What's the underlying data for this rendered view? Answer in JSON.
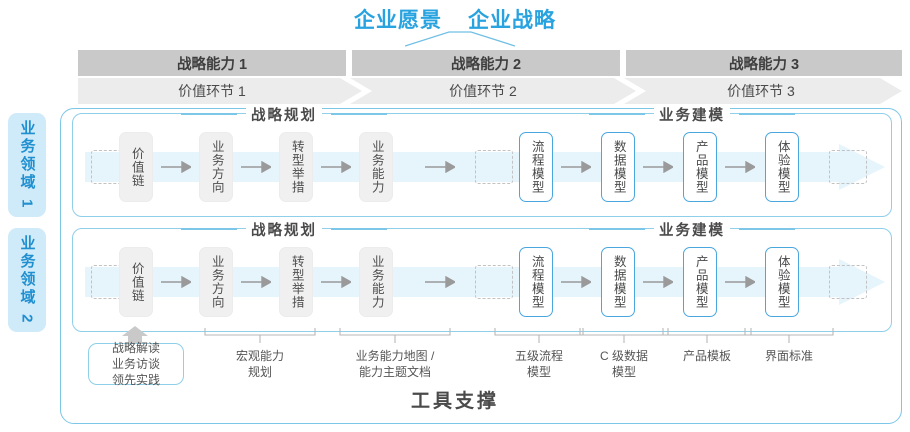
{
  "header": {
    "vision_title": "企业愿景",
    "strategy_title": "企业战略",
    "accent_color": "#29a3e0"
  },
  "capability_band": {
    "items": [
      {
        "label": "战略能力 1"
      },
      {
        "label": "战略能力 2"
      },
      {
        "label": "战略能力 3"
      }
    ]
  },
  "value_chain_band": {
    "items": [
      {
        "label": "价值环节 1"
      },
      {
        "label": "价值环节 2"
      },
      {
        "label": "价值环节 3"
      }
    ]
  },
  "domains": [
    {
      "label": "业务领域 1"
    },
    {
      "label": "业务领域 2"
    }
  ],
  "sections": {
    "planning_title": "战略规划",
    "modeling_title": "业务建模"
  },
  "lanes": [
    {
      "planning_nodes": [
        {
          "label": "价值链"
        },
        {
          "label": "业务方向"
        },
        {
          "label": "转型举措"
        },
        {
          "label": "业务能力"
        }
      ],
      "modeling_nodes": [
        {
          "label": "流程模型"
        },
        {
          "label": "数据模型"
        },
        {
          "label": "产品模型"
        },
        {
          "label": "体验模型"
        }
      ]
    },
    {
      "planning_nodes": [
        {
          "label": "价值链"
        },
        {
          "label": "业务方向"
        },
        {
          "label": "转型举措"
        },
        {
          "label": "业务能力"
        }
      ],
      "modeling_nodes": [
        {
          "label": "流程模型"
        },
        {
          "label": "数据模型"
        },
        {
          "label": "产品模型"
        },
        {
          "label": "体验模型"
        }
      ]
    }
  ],
  "tools": {
    "interview_box": {
      "line1": "战略解读",
      "line2": "业务访谈",
      "line3": "领先实践"
    },
    "labels": [
      {
        "line1": "宏观能力",
        "line2": "规划"
      },
      {
        "line1": "业务能力地图 /",
        "line2": "能力主题文档"
      },
      {
        "line1": "五级流程",
        "line2": "模型"
      },
      {
        "line1": "C 级数据",
        "line2": "模型"
      },
      {
        "line1": "产品模板",
        "line2": ""
      },
      {
        "line1": "界面标准",
        "line2": ""
      }
    ]
  },
  "footer": {
    "support_title": "工具支撑"
  }
}
